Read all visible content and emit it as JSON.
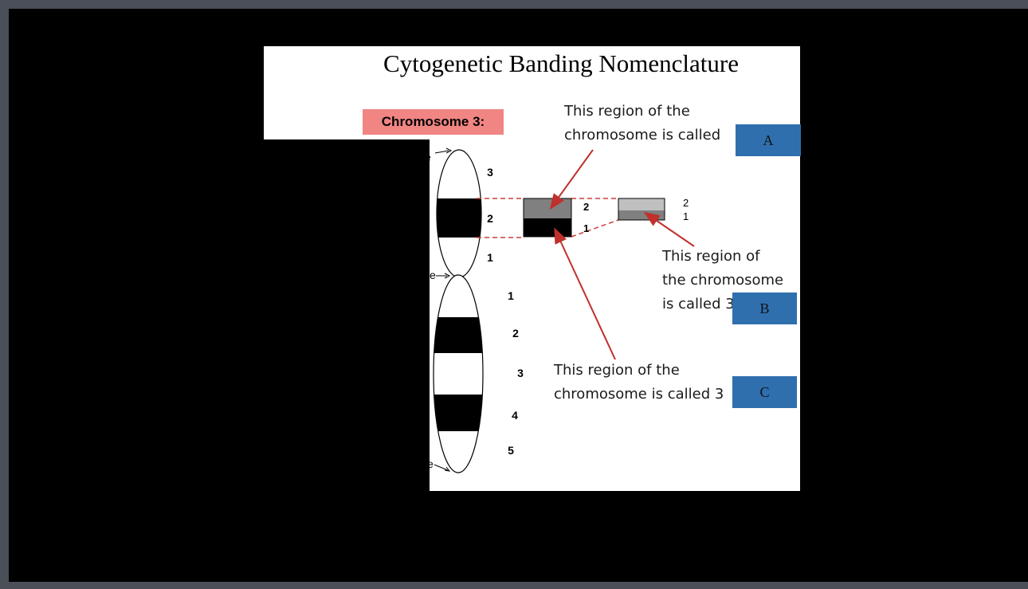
{
  "slide": {
    "title": "Cytogenetic Banding Nomenclature",
    "chromosome_label": "Chromosome 3:",
    "cut_mark": "e",
    "p_arm_bands": [
      "3",
      "2",
      "1"
    ],
    "q_arm_bands": [
      "1",
      "2",
      "3",
      "4",
      "5"
    ],
    "sub_bands": [
      "2",
      "1"
    ],
    "sub_sub_bands": [
      "2",
      "1"
    ],
    "question_a": [
      "This region of the",
      "chromosome is called"
    ],
    "question_b": [
      "This region of",
      "the chromosome",
      "is called 3"
    ],
    "question_c": [
      "This region of the",
      "chromosome is called 3"
    ]
  },
  "answer_boxes": {
    "a": "A",
    "b": "B",
    "c": "C"
  },
  "colors": {
    "frame": "#4a4f58",
    "label_highlight": "#f08583",
    "answer_box": "#2f6fae",
    "arrow": "#c0302c",
    "dashed_line": "#d43a3a"
  }
}
